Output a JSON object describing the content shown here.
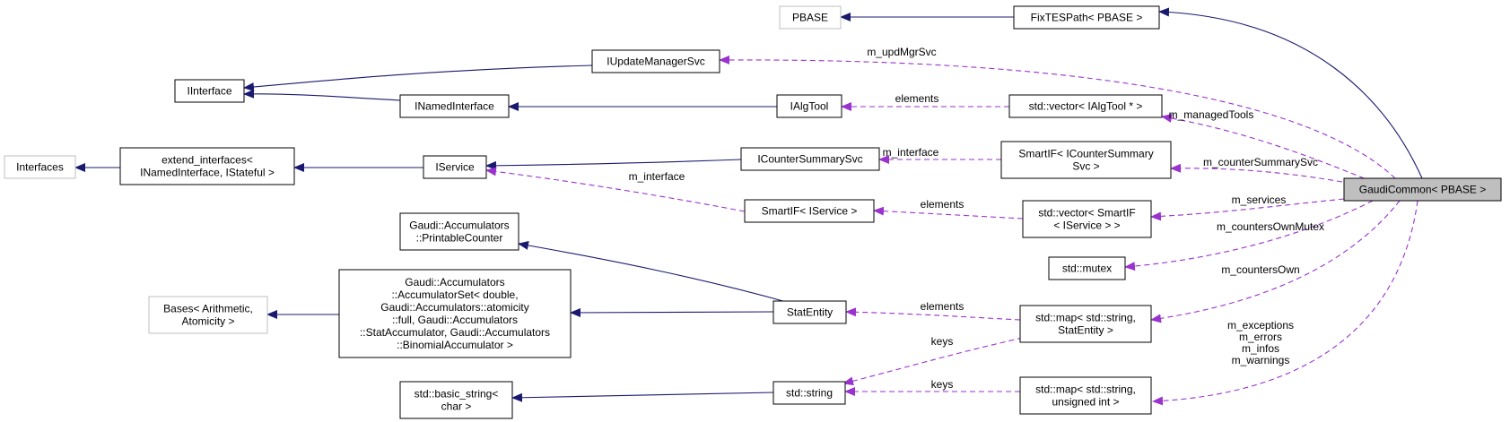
{
  "nodes": {
    "pbase": {
      "lines": [
        "PBASE"
      ],
      "style": "gray"
    },
    "fixtespath": {
      "lines": [
        "FixTESPath< PBASE >"
      ],
      "style": "normal"
    },
    "iupdatemanagersvc": {
      "lines": [
        "IUpdateManagerSvc"
      ],
      "style": "normal"
    },
    "iinterface": {
      "lines": [
        "IInterface"
      ],
      "style": "normal"
    },
    "inamedinterface": {
      "lines": [
        "INamedInterface"
      ],
      "style": "normal"
    },
    "ialgtool": {
      "lines": [
        "IAlgTool"
      ],
      "style": "normal"
    },
    "vector_ialgtool": {
      "lines": [
        "std::vector< IAlgTool * >"
      ],
      "style": "normal"
    },
    "interfaces": {
      "lines": [
        "Interfaces"
      ],
      "style": "gray"
    },
    "extend_interfaces": {
      "lines": [
        "extend_interfaces<",
        "INamedInterface, IStateful >"
      ],
      "style": "normal"
    },
    "iservice": {
      "lines": [
        "IService"
      ],
      "style": "normal"
    },
    "icountersummarysvc": {
      "lines": [
        "ICounterSummarySvc"
      ],
      "style": "normal"
    },
    "smartif_icounter": {
      "lines": [
        "SmartIF< ICounterSummary",
        "Svc >"
      ],
      "style": "normal"
    },
    "gaudicommon": {
      "lines": [
        "GaudiCommon< PBASE >"
      ],
      "style": "focus"
    },
    "printablecounter": {
      "lines": [
        "Gaudi::Accumulators",
        "::PrintableCounter"
      ],
      "style": "normal"
    },
    "smartif_iservice": {
      "lines": [
        "SmartIF< IService >"
      ],
      "style": "normal"
    },
    "vector_smartif": {
      "lines": [
        "std::vector< SmartIF",
        "< IService > >"
      ],
      "style": "normal"
    },
    "mutex": {
      "lines": [
        "std::mutex"
      ],
      "style": "normal"
    },
    "bases": {
      "lines": [
        "Bases< Arithmetic,",
        "Atomicity >"
      ],
      "style": "gray"
    },
    "accumulatorset": {
      "lines": [
        "Gaudi::Accumulators",
        "::AccumulatorSet< double,",
        " Gaudi::Accumulators::atomicity",
        "::full, Gaudi::Accumulators",
        "::StatAccumulator, Gaudi::Accumulators",
        "::BinomialAccumulator >"
      ],
      "style": "normal"
    },
    "statentity": {
      "lines": [
        "StatEntity"
      ],
      "style": "normal"
    },
    "map_statentity": {
      "lines": [
        "std::map< std::string,",
        "StatEntity >"
      ],
      "style": "normal"
    },
    "basic_string": {
      "lines": [
        "std::basic_string<",
        "char >"
      ],
      "style": "normal"
    },
    "std_string": {
      "lines": [
        "std::string"
      ],
      "style": "normal"
    },
    "map_uint": {
      "lines": [
        "std::map< std::string,",
        "unsigned int >"
      ],
      "style": "normal"
    }
  },
  "edge_labels": {
    "m_updMgrSvc": [
      "m_updMgrSvc"
    ],
    "elements_ialgtool": [
      "elements"
    ],
    "m_managedTools": [
      "m_managedTools"
    ],
    "m_interface_icounter": [
      "m_interface"
    ],
    "m_counterSummarySvc": [
      "m_counterSummarySvc"
    ],
    "m_interface_iservice": [
      "m_interface"
    ],
    "elements_smartif": [
      "elements"
    ],
    "m_services": [
      "m_services"
    ],
    "m_countersOwnMutex": [
      "m_countersOwnMutex"
    ],
    "m_countersOwn": [
      "m_countersOwn"
    ],
    "elements_statentity": [
      "elements"
    ],
    "keys_map_statentity": [
      "keys"
    ],
    "keys_map_uint": [
      "keys"
    ],
    "maps_uint": [
      "m_exceptions",
      "m_errors",
      "m_infos",
      "m_warnings"
    ]
  },
  "colors": {
    "inheritance": "#191970",
    "usage": "#9a32cd",
    "focus_fill": "#bfbfbf",
    "external_border": "#bfbfbf"
  }
}
